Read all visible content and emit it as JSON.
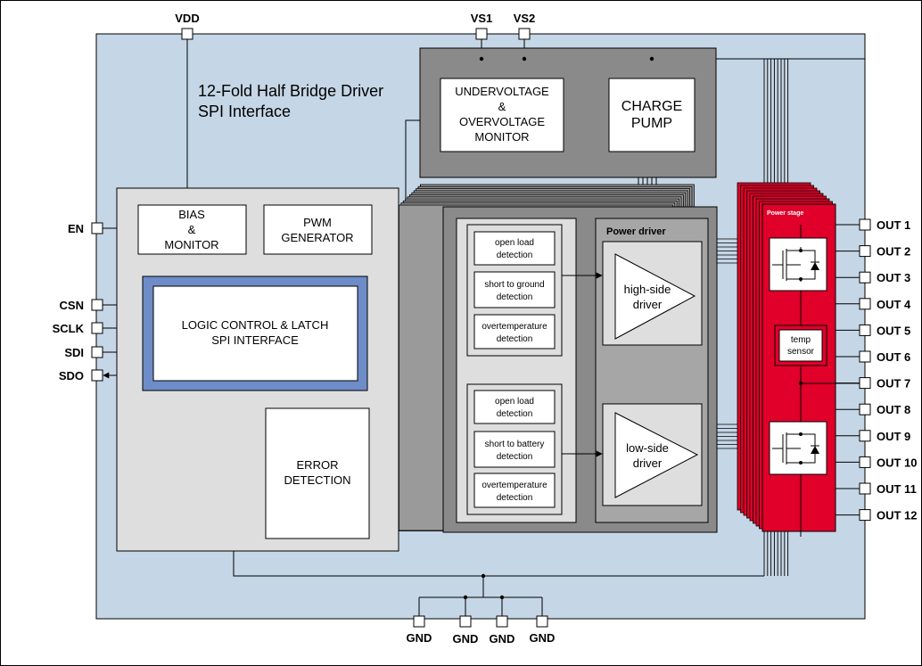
{
  "diagram": {
    "title_line1": "12-Fold  Half Bridge Driver",
    "title_line2": "SPI Interface",
    "pins_top": [
      "VDD",
      "VS1",
      "VS2"
    ],
    "pins_left": [
      "EN",
      "CSN",
      "SCLK",
      "SDI",
      "SDO"
    ],
    "pins_right": [
      "OUT 1",
      "OUT 2",
      "OUT 3",
      "OUT 4",
      "OUT 5",
      "OUT 6",
      "OUT 7",
      "OUT 8",
      "OUT 9",
      "OUT 10",
      "OUT 11",
      "OUT 12"
    ],
    "pins_bottom": [
      "GND",
      "GND",
      "GND",
      "GND"
    ],
    "blocks": {
      "bias": [
        "BIAS",
        "&",
        "MONITOR"
      ],
      "pwm": [
        "PWM",
        "GENERATOR"
      ],
      "logic": [
        "LOGIC CONTROL & LATCH",
        "SPI INTERFACE"
      ],
      "error": [
        "ERROR",
        "DETECTION"
      ],
      "uv_ov": [
        "UNDERVOLTAGE",
        "&",
        "OVERVOLTAGE",
        "MONITOR"
      ],
      "charge_pump": [
        "CHARGE",
        "PUMP"
      ],
      "power_driver": "Power driver",
      "high_side": [
        "high-side",
        "driver"
      ],
      "low_side": [
        "low-side",
        "driver"
      ],
      "power_stage": "Power stage",
      "temp_sensor": [
        "temp",
        "sensor"
      ],
      "detect_high": [
        [
          "open load",
          "detection"
        ],
        [
          "short to ground",
          "detection"
        ],
        [
          "overtemperature",
          "detection"
        ]
      ],
      "detect_low": [
        [
          "open load",
          "detection"
        ],
        [
          "short to battery",
          "detection"
        ],
        [
          "overtemperature",
          "detection"
        ]
      ]
    },
    "colors": {
      "chip_bg": "#c5d6e6",
      "light_panel": "#dedede",
      "dark_panel": "#8a8a8a",
      "mid_panel": "#a6a6a6",
      "logic_border": "#6e8cc8",
      "power_stage": "#e0002a"
    }
  }
}
